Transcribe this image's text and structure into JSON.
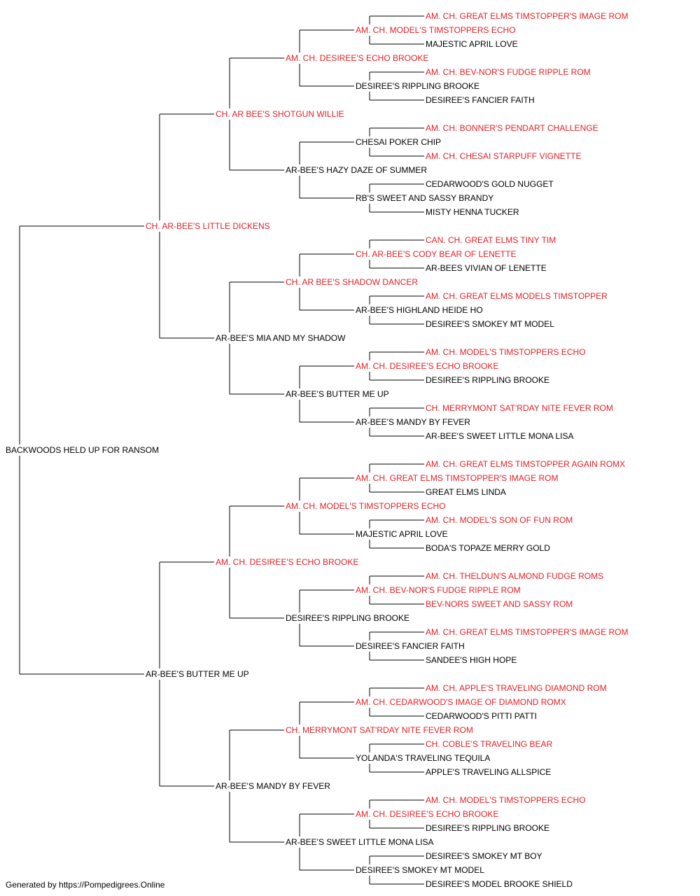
{
  "colors": {
    "titled": "#e31e24",
    "normal": "#000000",
    "line": "#000000"
  },
  "pedigree": {
    "name": "BACKWOODS HELD UP FOR RANSOM",
    "titled": false,
    "sire": {
      "name": "CH. AR-BEE'S LITTLE DICKENS",
      "titled": true,
      "sire": {
        "name": "CH. AR BEE'S SHOTGUN WILLIE",
        "titled": true,
        "sire": {
          "name": "AM. CH. DESIREE'S ECHO BROOKE",
          "titled": true,
          "sire": {
            "name": "AM. CH. MODEL'S TIMSTOPPERS ECHO",
            "titled": true,
            "sire": {
              "name": "AM. CH. GREAT ELMS TIMSTOPPER'S IMAGE ROM",
              "titled": true
            },
            "dam": {
              "name": "MAJESTIC APRIL LOVE",
              "titled": false
            }
          },
          "dam": {
            "name": "DESIREE'S RIPPLING BROOKE",
            "titled": false,
            "sire": {
              "name": "AM. CH. BEV-NOR'S FUDGE RIPPLE ROM",
              "titled": true
            },
            "dam": {
              "name": "DESIREE'S FANCIER FAITH",
              "titled": false
            }
          }
        },
        "dam": {
          "name": "AR-BEE'S HAZY DAZE OF SUMMER",
          "titled": false,
          "sire": {
            "name": "CHESAI POKER CHIP",
            "titled": false,
            "sire": {
              "name": "AM. CH. BONNER'S PENDART CHALLENGE",
              "titled": true
            },
            "dam": {
              "name": "AM. CH. CHESAI STARPUFF VIGNETTE",
              "titled": true
            }
          },
          "dam": {
            "name": "RB'S SWEET AND SASSY BRANDY",
            "titled": false,
            "sire": {
              "name": "CEDARWOOD'S GOLD NUGGET",
              "titled": false
            },
            "dam": {
              "name": "MISTY HENNA TUCKER",
              "titled": false
            }
          }
        }
      },
      "dam": {
        "name": "AR-BEE'S MIA AND MY SHADOW",
        "titled": false,
        "sire": {
          "name": "CH. AR BEE'S SHADOW DANCER",
          "titled": true,
          "sire": {
            "name": "CH. AR-BEE'S CODY BEAR OF LENETTE",
            "titled": true,
            "sire": {
              "name": "CAN. CH. GREAT ELMS TINY TIM",
              "titled": true
            },
            "dam": {
              "name": "AR-BEES VIVIAN OF LENETTE",
              "titled": false
            }
          },
          "dam": {
            "name": "AR-BEE'S HIGHLAND HEIDE HO",
            "titled": false,
            "sire": {
              "name": "AM. CH. GREAT ELMS MODELS TIMSTOPPER",
              "titled": true
            },
            "dam": {
              "name": "DESIREE'S SMOKEY MT MODEL",
              "titled": false
            }
          }
        },
        "dam": {
          "name": "AR-BEE'S BUTTER ME UP",
          "titled": false,
          "sire": {
            "name": "AM. CH. DESIREE'S ECHO BROOKE",
            "titled": true,
            "sire": {
              "name": "AM. CH. MODEL'S TIMSTOPPERS ECHO",
              "titled": true
            },
            "dam": {
              "name": "DESIREE'S RIPPLING BROOKE",
              "titled": false
            }
          },
          "dam": {
            "name": "AR-BEE'S MANDY BY FEVER",
            "titled": false,
            "sire": {
              "name": "CH. MERRYMONT SAT'RDAY NITE FEVER ROM",
              "titled": true
            },
            "dam": {
              "name": "AR-BEE'S SWEET LITTLE MONA LISA",
              "titled": false
            }
          }
        }
      }
    },
    "dam": {
      "name": "AR-BEE'S BUTTER ME UP",
      "titled": false,
      "sire": {
        "name": "AM. CH. DESIREE'S ECHO BROOKE",
        "titled": true,
        "sire": {
          "name": "AM. CH. MODEL'S TIMSTOPPERS ECHO",
          "titled": true,
          "sire": {
            "name": "AM. CH. GREAT ELMS TIMSTOPPER'S IMAGE ROM",
            "titled": true,
            "sire": {
              "name": "AM. CH. GREAT ELMS TIMSTOPPER AGAIN ROMX",
              "titled": true
            },
            "dam": {
              "name": "GREAT ELMS LINDA",
              "titled": false
            }
          },
          "dam": {
            "name": "MAJESTIC APRIL LOVE",
            "titled": false,
            "sire": {
              "name": "AM. CH. MODEL'S SON OF FUN ROM",
              "titled": true
            },
            "dam": {
              "name": "BODA'S TOPAZE MERRY GOLD",
              "titled": false
            }
          }
        },
        "dam": {
          "name": "DESIREE'S RIPPLING BROOKE",
          "titled": false,
          "sire": {
            "name": "AM. CH. BEV-NOR'S FUDGE RIPPLE ROM",
            "titled": true,
            "sire": {
              "name": "AM. CH. THELDUN'S ALMOND FUDGE ROMS",
              "titled": true
            },
            "dam": {
              "name": "BEV-NORS SWEET AND SASSY ROM",
              "titled": true
            }
          },
          "dam": {
            "name": "DESIREE'S FANCIER FAITH",
            "titled": false,
            "sire": {
              "name": "AM. CH. GREAT ELMS TIMSTOPPER'S IMAGE ROM",
              "titled": true
            },
            "dam": {
              "name": "SANDEE'S HIGH HOPE",
              "titled": false
            }
          }
        }
      },
      "dam": {
        "name": "AR-BEE'S MANDY BY FEVER",
        "titled": false,
        "sire": {
          "name": "CH. MERRYMONT SAT'RDAY NITE FEVER ROM",
          "titled": true,
          "sire": {
            "name": "AM. CH. CEDARWOOD'S IMAGE OF DIAMOND ROMX",
            "titled": true,
            "sire": {
              "name": "AM. CH. APPLE'S TRAVELING DIAMOND ROM",
              "titled": true
            },
            "dam": {
              "name": "CEDARWOOD'S PITTI PATTI",
              "titled": false
            }
          },
          "dam": {
            "name": "YOLANDA'S TRAVELING TEQUILA",
            "titled": false,
            "sire": {
              "name": "CH. COBLE'S TRAVELING BEAR",
              "titled": true
            },
            "dam": {
              "name": "APPLE'S TRAVELING ALLSPICE",
              "titled": false
            }
          }
        },
        "dam": {
          "name": "AR-BEE'S SWEET LITTLE MONA LISA",
          "titled": false,
          "sire": {
            "name": "AM. CH. DESIREE'S ECHO BROOKE",
            "titled": true,
            "sire": {
              "name": "AM. CH. MODEL'S TIMSTOPPERS ECHO",
              "titled": true
            },
            "dam": {
              "name": "DESIREE'S RIPPLING BROOKE",
              "titled": false
            }
          },
          "dam": {
            "name": "DESIREE'S SMOKEY MT MODEL",
            "titled": false,
            "sire": {
              "name": "DESIREE'S SMOKEY MT BOY",
              "titled": false
            },
            "dam": {
              "name": "DESIREE'S MODEL BROOKE SHIELD",
              "titled": false
            }
          }
        }
      }
    }
  },
  "footer": "Generated by https://Pompedigrees.Online"
}
